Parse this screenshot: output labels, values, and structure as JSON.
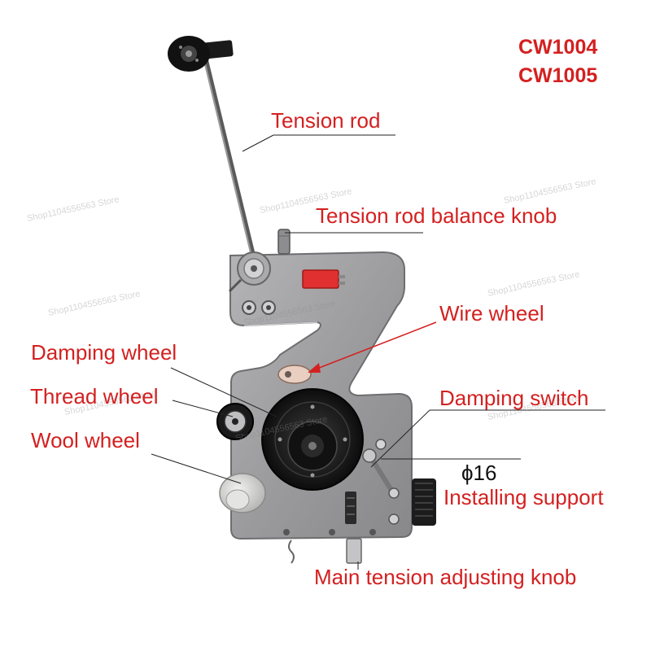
{
  "models": [
    "CW1004",
    "CW1005"
  ],
  "labels": {
    "tension_rod": "Tension rod",
    "balance_knob": "Tension rod balance knob",
    "wire_wheel": "Wire wheel",
    "damping_wheel": "Damping wheel",
    "thread_wheel": "Thread wheel",
    "wool_wheel": "Wool wheel",
    "damping_switch": "Damping switch",
    "diameter": "ϕ16",
    "installing_support": "Installing support",
    "main_knob": "Main tension adjusting knob"
  },
  "watermark": "Shop1104556563 Store",
  "colors": {
    "label_red": "#d42020",
    "label_black": "#111111",
    "plate": "#9a9a9c",
    "switch_red": "#e03030"
  }
}
